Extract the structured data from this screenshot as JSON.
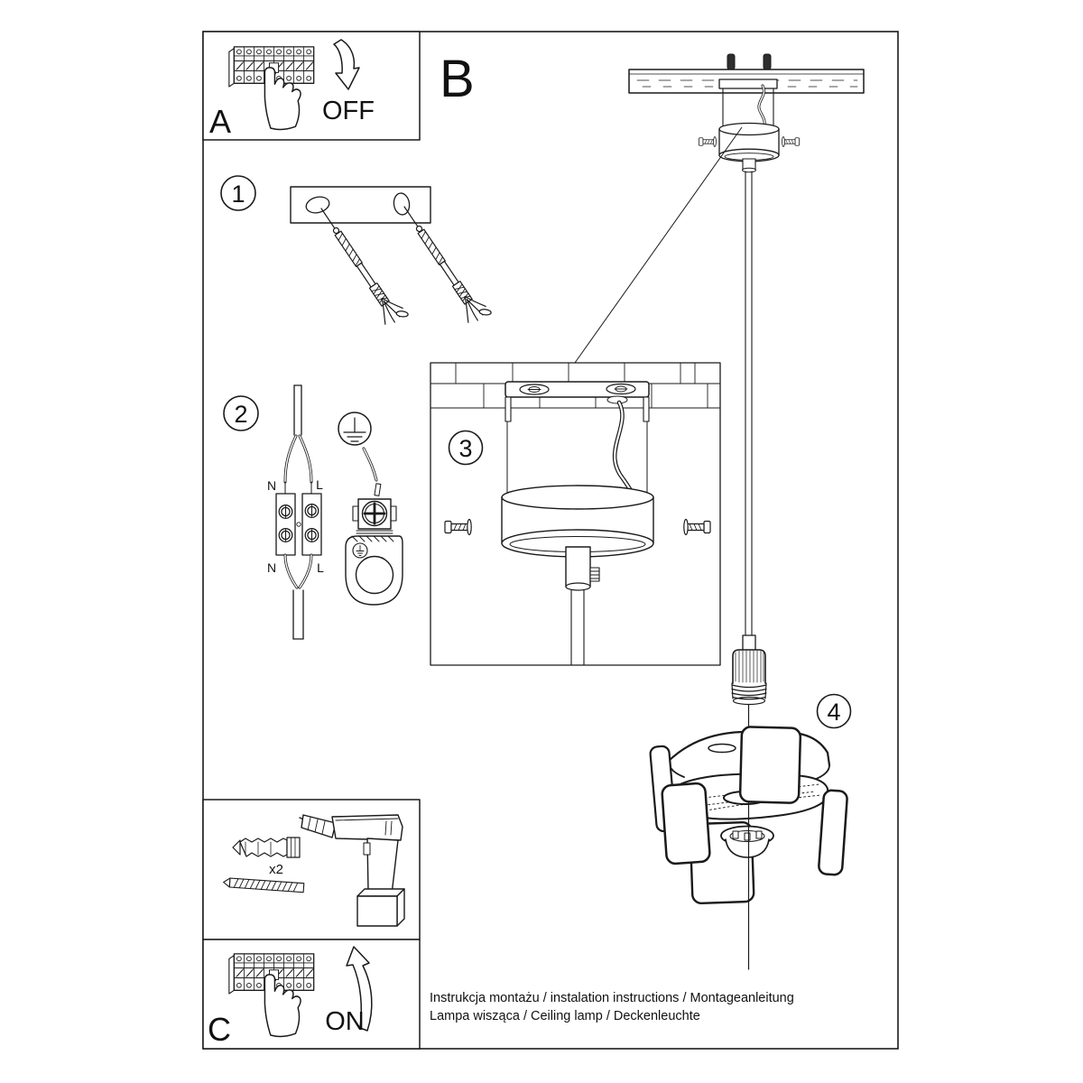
{
  "labels": {
    "panel_a": "A",
    "section_b": "B",
    "panel_c": "C",
    "power_off": "OFF",
    "power_on": "ON",
    "step_1": "1",
    "step_2": "2",
    "step_3": "3",
    "step_4": "4",
    "wire_neutral_top": "N",
    "wire_live_top": "L",
    "wire_neutral_bottom": "N",
    "wire_live_bottom": "L",
    "anchor_quantity": "x2"
  },
  "footer": {
    "line1": "Instrukcja montażu / instalation instructions / Montageanleitung",
    "line2": "Lampa wisząca / Ceiling lamp  / Deckenleuchte"
  },
  "colors": {
    "background": "#ffffff",
    "line": "#1a1a1a"
  }
}
